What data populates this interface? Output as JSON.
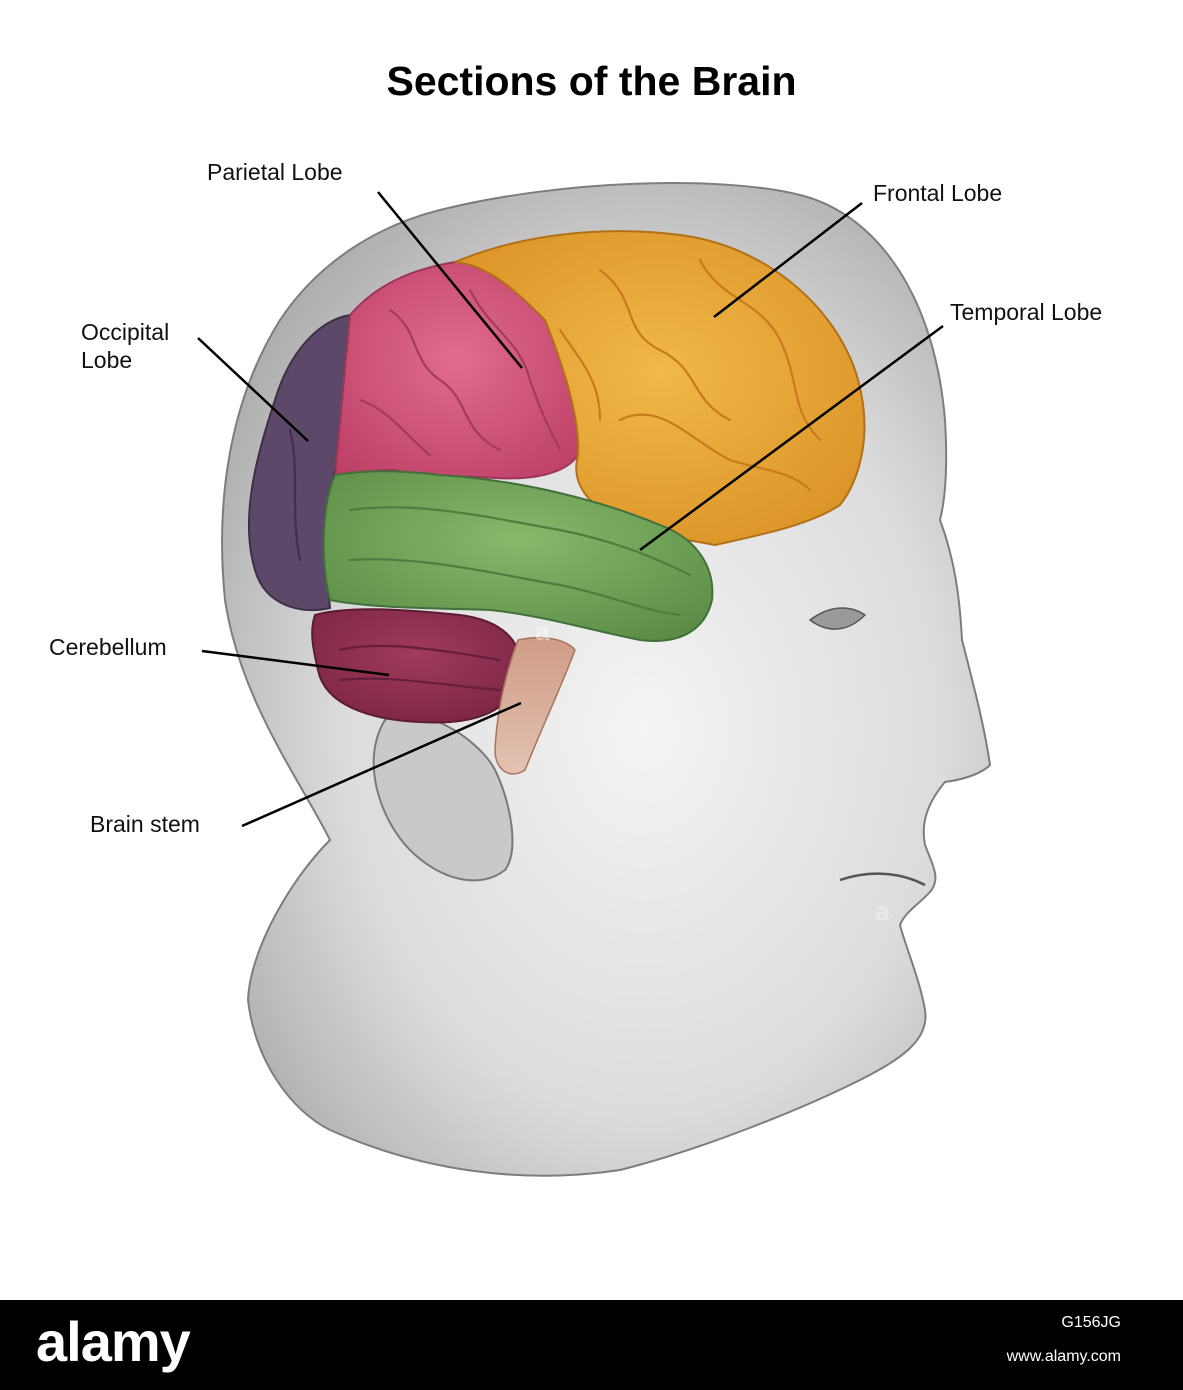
{
  "title": "Sections of the Brain",
  "labels": {
    "parietal": "Parietal Lobe",
    "frontal": "Frontal Lobe",
    "occipital_line1": "Occipital",
    "occipital_line2": "Lobe",
    "temporal": "Temporal Lobe",
    "cerebellum": "Cerebellum",
    "brain_stem": "Brain stem"
  },
  "colors": {
    "frontal": "#e8a531",
    "parietal": "#d4577a",
    "occipital": "#5a4566",
    "temporal": "#6fa257",
    "cerebellum": "#8d2d4f",
    "brain_stem": "#c98f7a",
    "head_shading": "#b9b9b9"
  },
  "footer": {
    "logo": "alamy",
    "image_id": "G156JG",
    "url": "www.alamy.com"
  }
}
